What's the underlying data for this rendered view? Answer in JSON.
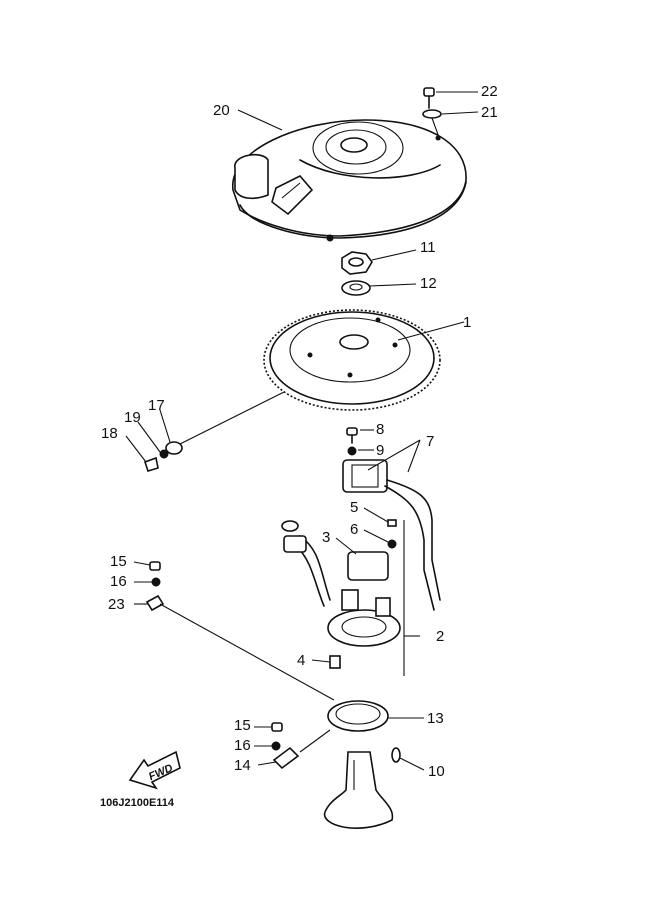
{
  "callouts": {
    "c1": "1",
    "c2": "2",
    "c3": "3",
    "c4": "4",
    "c5": "5",
    "c6": "6",
    "c7": "7",
    "c8": "8",
    "c9": "9",
    "c10": "10",
    "c11": "11",
    "c12": "12",
    "c13": "13",
    "c14": "14",
    "c15a": "15",
    "c15b": "15",
    "c16a": "16",
    "c16b": "16",
    "c17": "17",
    "c18": "18",
    "c19": "19",
    "c20": "20",
    "c21": "21",
    "c22": "22",
    "c23": "23"
  },
  "fwd_label": "FWD",
  "diagram_code": "106J2100E114"
}
